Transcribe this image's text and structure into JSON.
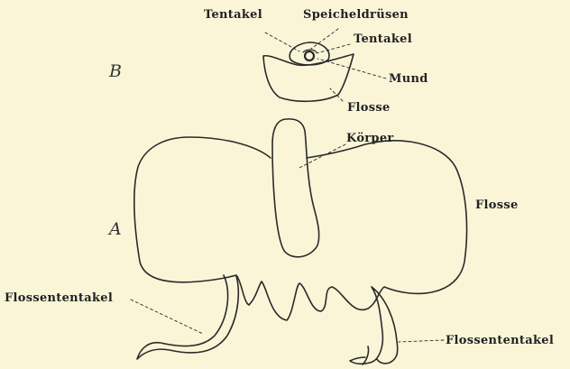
{
  "figure": {
    "panel_a": "A",
    "panel_b": "B",
    "labels_b": {
      "tentakel_left": "Tentakel",
      "speicheldruesen": "Speicheldrüsen",
      "tentakel_right": "Tentakel",
      "mund": "Mund",
      "flosse": "Flosse"
    },
    "labels_a": {
      "koerper": "Körper",
      "flosse": "Flosse",
      "flossententakel_left": "Flossententakel",
      "flossententakel_right": "Flossententakel"
    }
  },
  "colors": {
    "paper": "#fbf5d8",
    "ink": "#2a2a2a"
  }
}
